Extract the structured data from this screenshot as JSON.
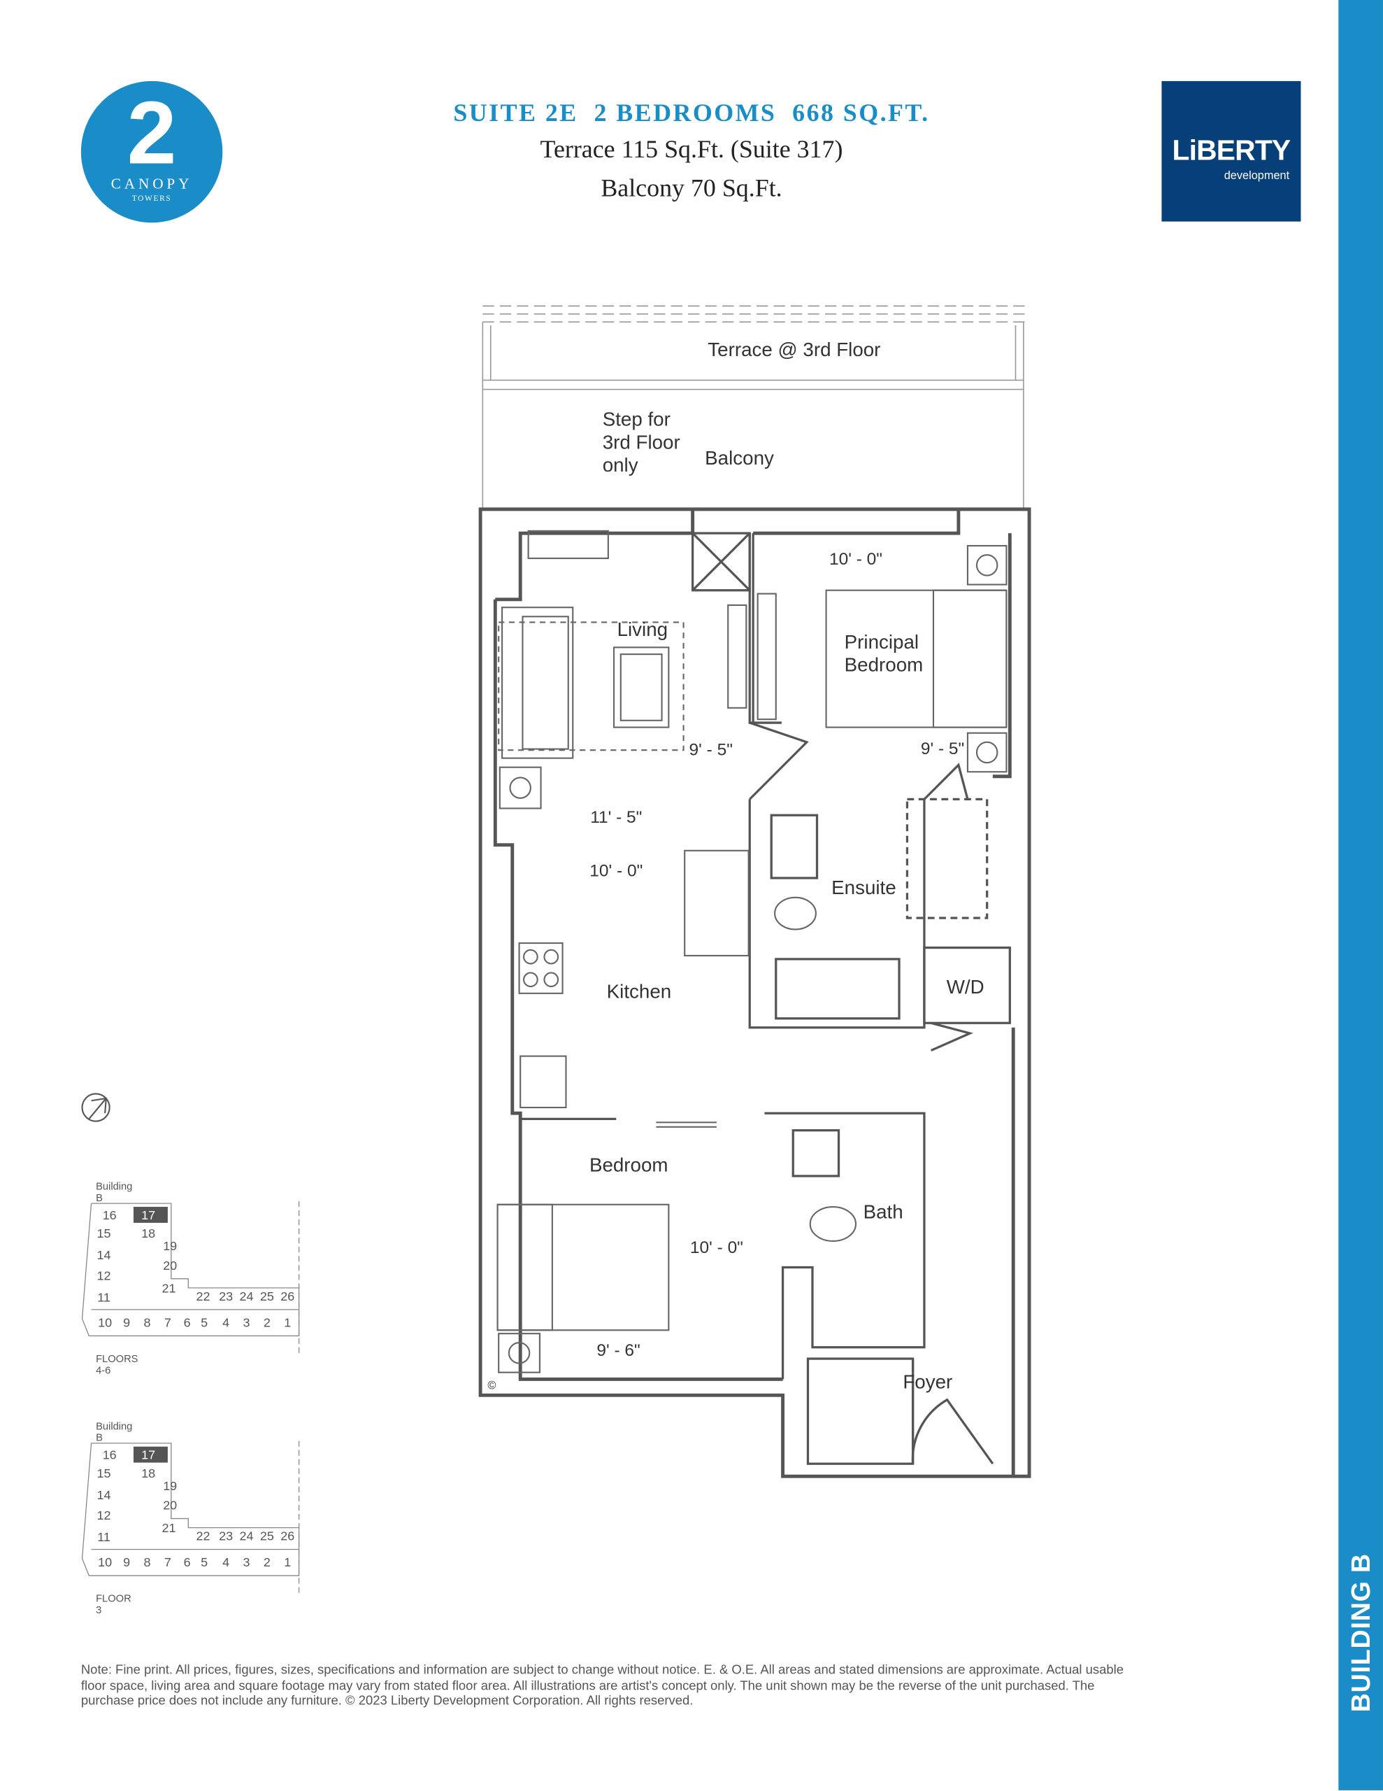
{
  "logo": {
    "number": "2",
    "name": "CANOPY",
    "sub": "TOWERS"
  },
  "header": {
    "title": "SUITE 2E  2 BEDROOMS  668 SQ.FT.",
    "terrace": "Terrace 115 Sq.Ft. (Suite 317)",
    "balcony": "Balcony 70 Sq.Ft."
  },
  "brand": {
    "name": "LiBERTY",
    "sub": "development"
  },
  "sidebar": {
    "label": "BUILDING B"
  },
  "plan": {
    "terrace": "Terrace @ 3rd Floor",
    "step_note": [
      "Step for",
      "3rd Floor",
      "only"
    ],
    "balcony": "Balcony",
    "living": "Living",
    "principal": [
      "Principal",
      "Bedroom"
    ],
    "ensuite": "Ensuite",
    "wd": "W/D",
    "kitchen": "Kitchen",
    "bedroom": "Bedroom",
    "bath": "Bath",
    "foyer": "Foyer",
    "copyright": "©",
    "dims": {
      "principal_w": "10' - 0\"",
      "living_w": "9' - 5\"",
      "principal_d": "9' - 5\"",
      "living_d": "11' - 5\"",
      "kitchen_w": "10' - 0\"",
      "bedroom_w": "10' - 0\"",
      "bedroom_d": "9' - 6\""
    }
  },
  "keyplans": [
    {
      "building": "Building B",
      "floors": "FLOORS 4-6"
    },
    {
      "building": "Building B",
      "floors": "FLOOR 3"
    }
  ],
  "keyplan_units": [
    "16",
    "17",
    "18",
    "15",
    "19",
    "14",
    "20",
    "12",
    "21",
    "11",
    "22",
    "23",
    "24",
    "25",
    "26",
    "10",
    "9",
    "8",
    "7",
    "6",
    "5",
    "4",
    "3",
    "2",
    "1"
  ],
  "highlight_unit": "17",
  "colors": {
    "accent": "#1a8dc8",
    "brand": "#073f78",
    "highlight": "#555555"
  },
  "note": "Note: Fine print. All prices, figures, sizes, specifications and information are subject to change without notice. E. & O.E. All areas and stated dimensions are approximate. Actual usable floor space, living area and square footage may vary from stated floor area. All illustrations are artist's concept only. The unit shown may be the reverse of the unit purchased. The purchase price does not include any furniture. © 2023 Liberty Development Corporation. All rights reserved."
}
